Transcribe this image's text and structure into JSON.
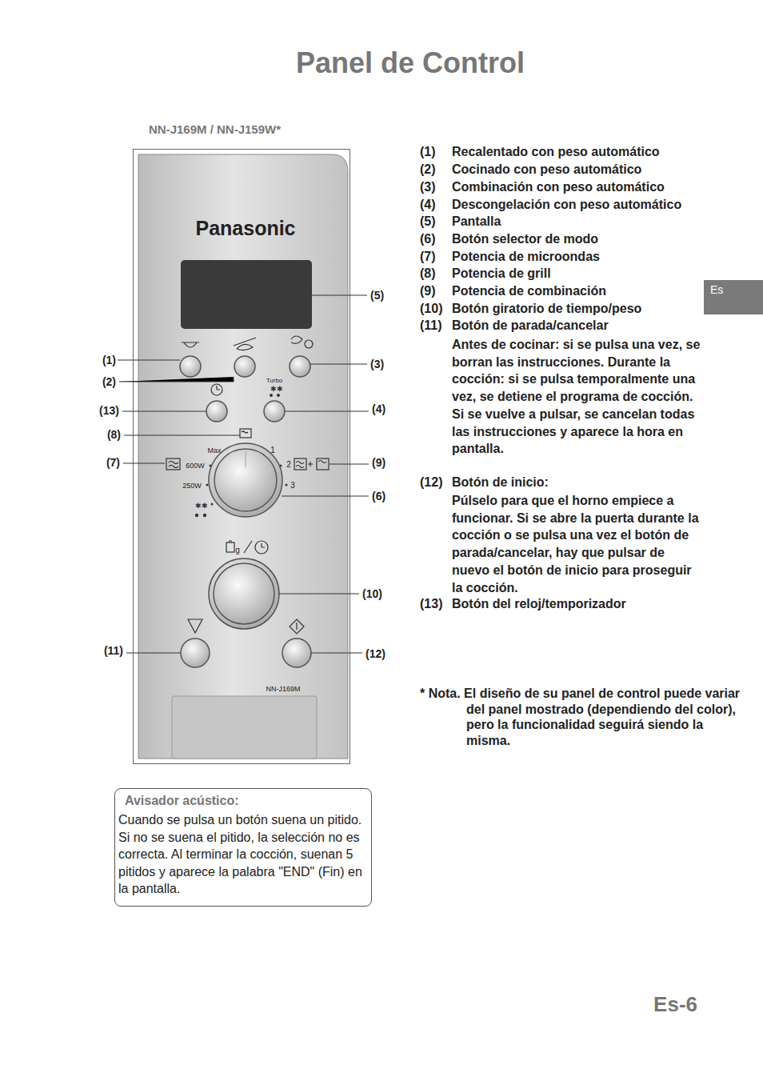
{
  "diagram": {
    "title": "Panel de Control",
    "nodes": [
      {
        "text": [
          "Avisador acústico:",
          "Cuando se pulsa un botón suena un pitido. Si no se suena el pitido, la selección no es correcta.  Al terminar la cocción, suenan 5 pitidos y aparece la palabra \"END\" (Fin) en la pantalla."
        ]
      },
      {
        "text": [
          "Es"
        ]
      }
    ],
    "labels": [
      "NN-J169M / NN-J159W*",
      "Panasonic",
      "Turbo",
      "Max",
      "1",
      "2",
      "3",
      "600W",
      "250W",
      "g",
      "NN-J169M",
      "(1)",
      "(2)",
      "(13)",
      "(8)",
      "(7)",
      "(11)",
      "(5)",
      "(3)",
      "(4)",
      "(9)",
      "(6)",
      "(10)",
      "(12)",
      "(1)",
      "Recalentado con peso automático",
      "(2)",
      "Cocinado con peso automático",
      "(3)",
      "Combinación con peso automático",
      "(4)",
      "Descongelación con peso automático",
      "(5)",
      "Pantalla",
      "(6)",
      "Botón selector de modo",
      "(7)",
      "Potencia de microondas",
      "(8)",
      "Potencia de grill",
      "(9)",
      "Potencia de combinación",
      "(10)",
      "Botón giratorio de tiempo/peso",
      "(11)",
      "Botón de parada/cancelar",
      "Antes de cocinar: si se pulsa una vez, se borran las instrucciones. Durante la cocción: si se pulsa temporalmente una vez, se detiene el programa de cocción. Si se vuelve a pulsar, se cancelan todas las instrucciones y aparece la hora en pantalla.",
      "(12)",
      "Botón de inicio:",
      "Púlselo para que el horno empiece a funcionar. Si se abre la puerta durante la cocción o se pulsa una vez el botón de parada/cancelar, hay que pulsar de nuevo el botón de inicio para proseguir la cocción.",
      "(13)",
      "Botón del reloj/temporizador",
      "* Nota. El diseño de su panel de control puede variar del panel mostrado (dependiendo del color), pero la funcionalidad seguirá siendo la misma.",
      "Es-6"
    ]
  }
}
